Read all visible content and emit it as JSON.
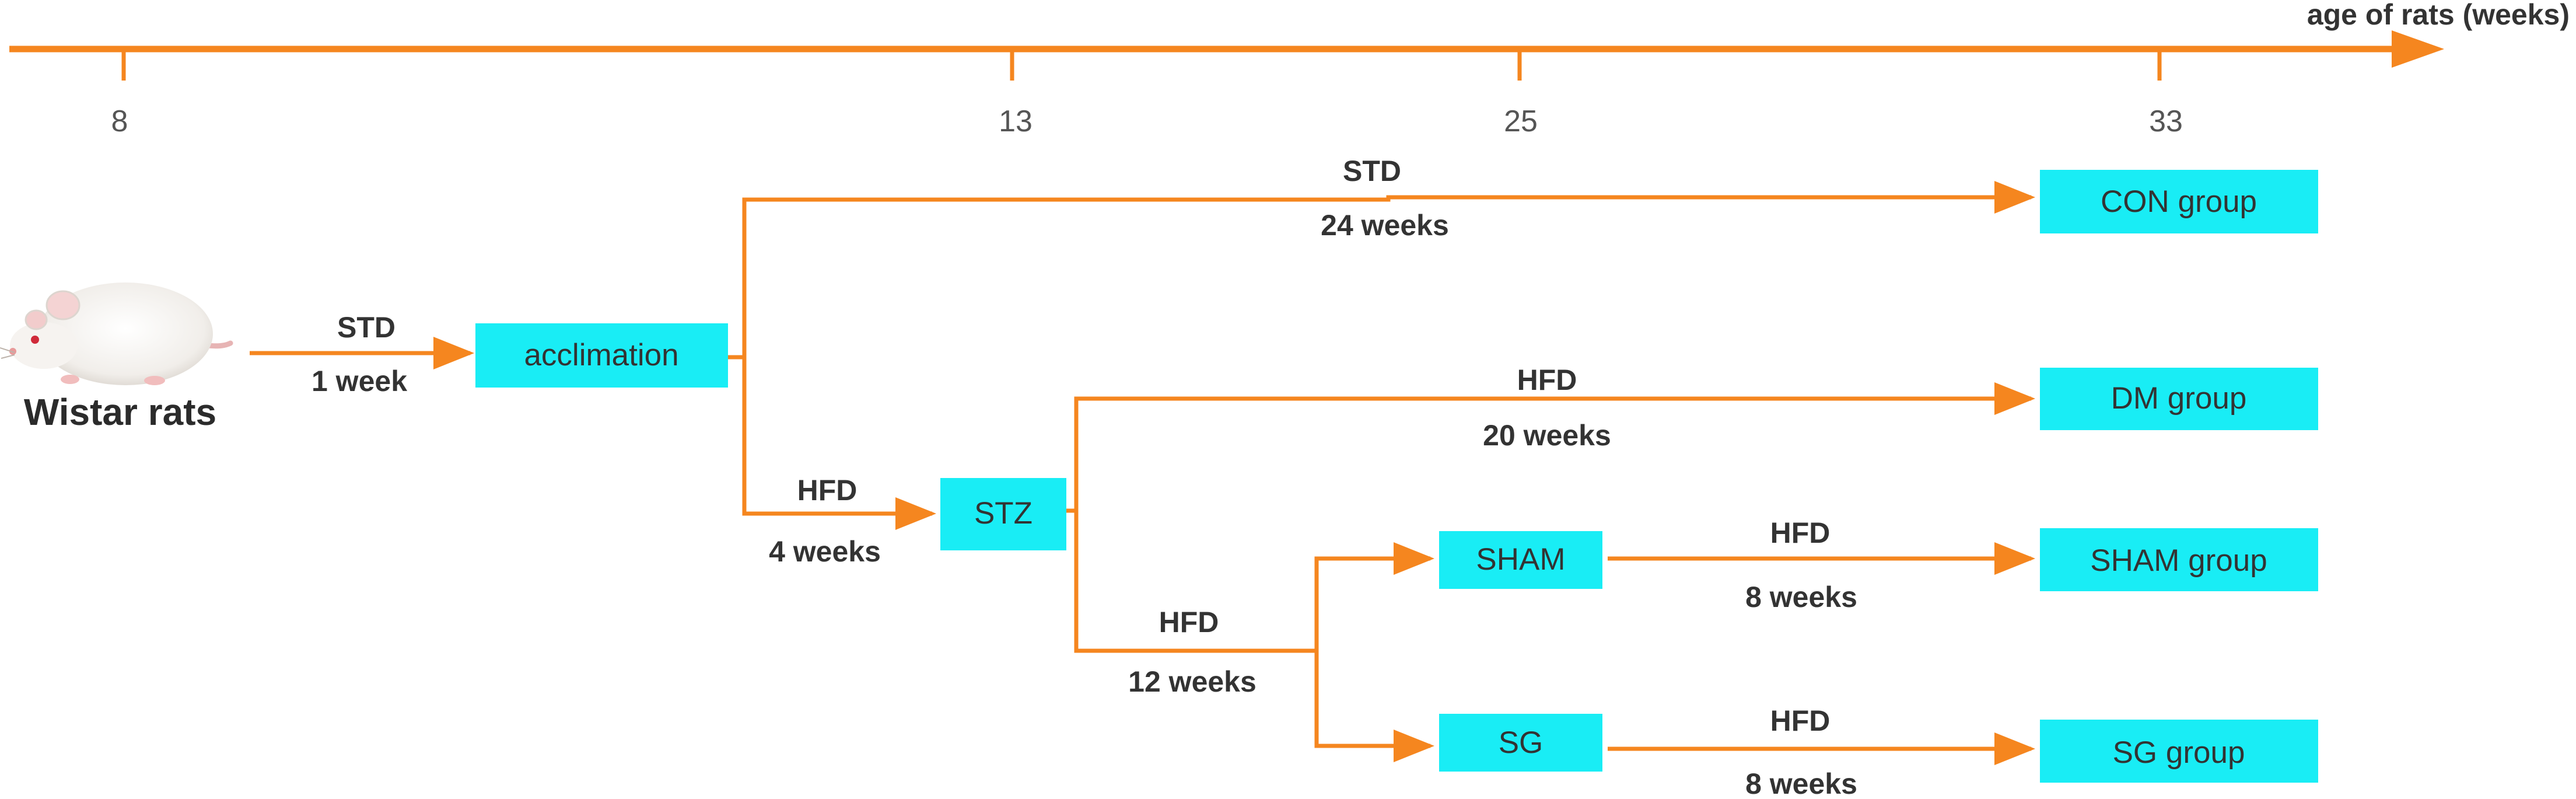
{
  "colors": {
    "arrow": "#F5861F",
    "box_fill": "#19EDF5",
    "label": "#333333",
    "tick_label": "#555555"
  },
  "timeline": {
    "axis_label": "age of rats  (weeks)",
    "ticks": [
      "8",
      "13",
      "25",
      "33"
    ]
  },
  "subject": {
    "icon": "rat-icon",
    "caption": "Wistar rats"
  },
  "boxes": {
    "acclimation": "acclimation",
    "stz": "STZ",
    "sham": "SHAM",
    "sg": "SG",
    "con_group": "CON group",
    "dm_group": "DM group",
    "sham_group": "SHAM group",
    "sg_group": "SG group"
  },
  "transitions": {
    "to_acclimation": {
      "diet": "STD",
      "duration": "1 week"
    },
    "to_con": {
      "diet": "STD",
      "duration": "24 weeks"
    },
    "to_stz": {
      "diet": "HFD",
      "duration": "4 weeks"
    },
    "to_dm": {
      "diet": "HFD",
      "duration": "20 weeks"
    },
    "to_surgery": {
      "diet": "HFD",
      "duration": "12 weeks"
    },
    "to_sham_group": {
      "diet": "HFD",
      "duration": "8 weeks"
    },
    "to_sg_group": {
      "diet": "HFD",
      "duration": "8 weeks"
    }
  }
}
